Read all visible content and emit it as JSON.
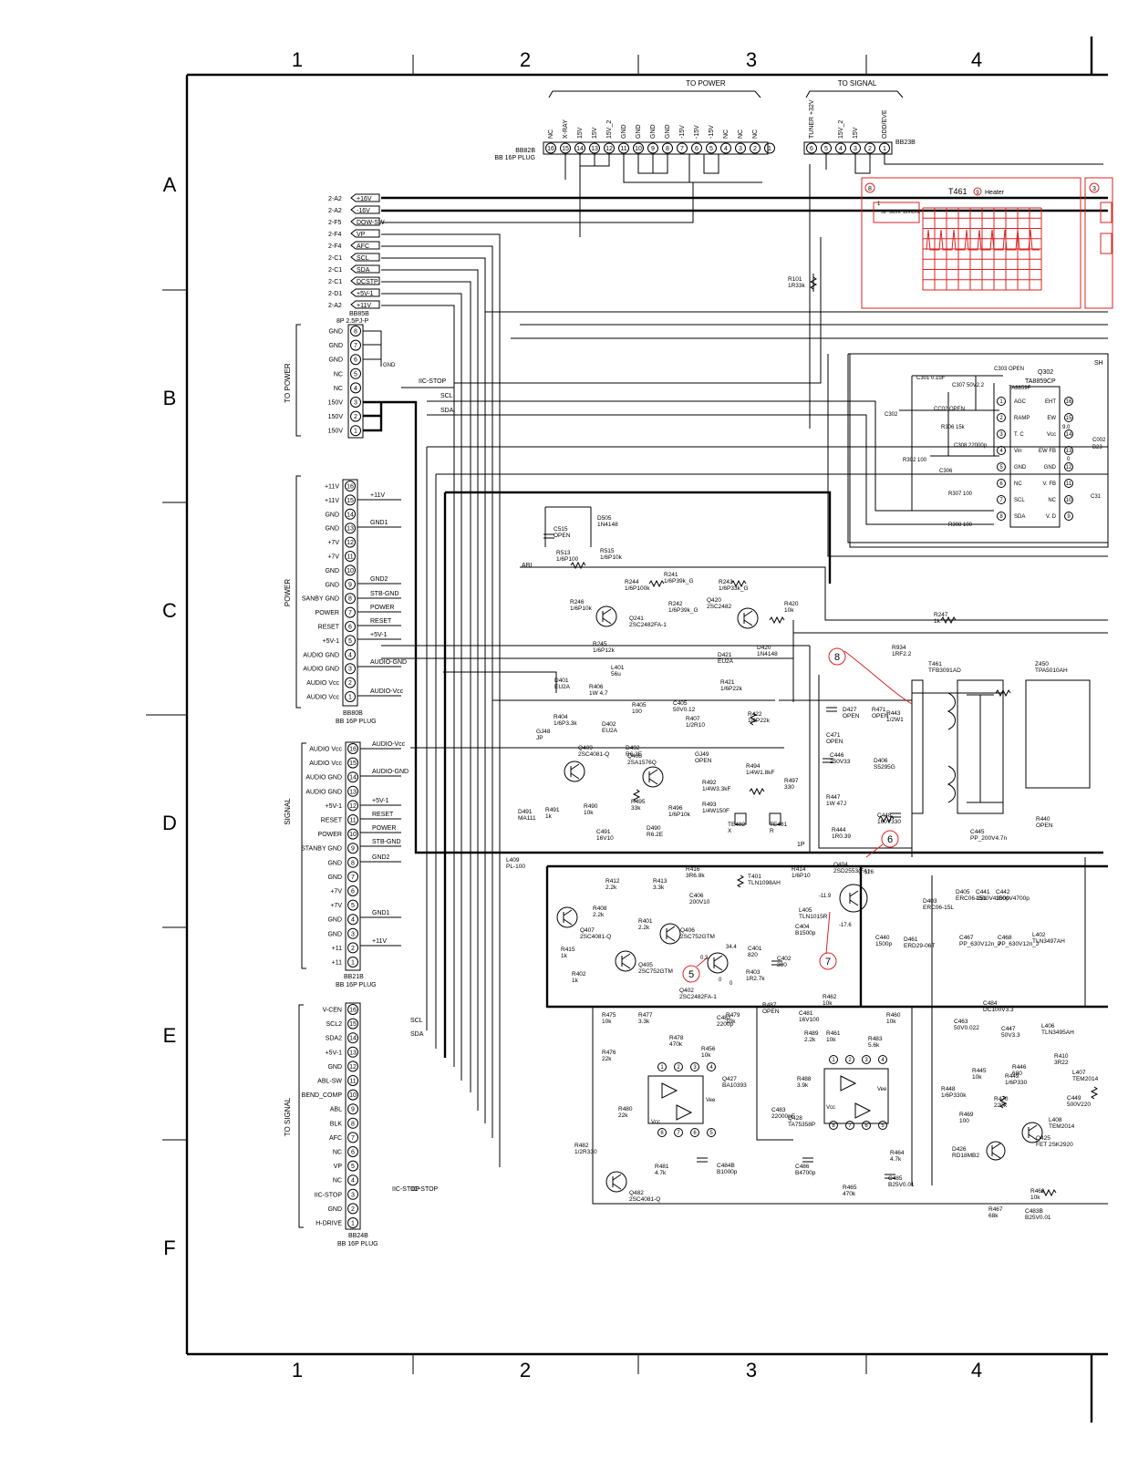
{
  "grid": {
    "columns": [
      "1",
      "2",
      "3",
      "4"
    ],
    "rows": [
      "A",
      "B",
      "C",
      "D",
      "E",
      "F"
    ]
  },
  "top_connectors": {
    "to_power": {
      "label": "TO POWER",
      "name": "BB82B",
      "type": "BB 16P PLUG",
      "pins": [
        "16",
        "15",
        "14",
        "13",
        "12",
        "11",
        "10",
        "9",
        "8",
        "7",
        "6",
        "5",
        "4",
        "3",
        "2",
        "1"
      ],
      "signals": [
        "NC",
        "X-RAY",
        "15V",
        "15V",
        "15V_2",
        "GND",
        "GND",
        "GND",
        "GND",
        "-15V",
        "-15V",
        "-15V",
        "NC",
        "NC",
        "NC"
      ]
    },
    "to_signal": {
      "label": "TO SIGNAL",
      "name": "BB23B",
      "pins": [
        "6",
        "5",
        "4",
        "3",
        "2",
        "1"
      ],
      "signals": [
        "TUNER +32V",
        "15V_2",
        "15V",
        "ODD/EVE"
      ]
    }
  },
  "left_nets": [
    {
      "ref": "2-A2",
      "name": "+16V"
    },
    {
      "ref": "2-A2",
      "name": "-16V"
    },
    {
      "ref": "2-F5",
      "name": "DOW-SW"
    },
    {
      "ref": "2-F4",
      "name": "VP"
    },
    {
      "ref": "2-F4",
      "name": "AFC"
    },
    {
      "ref": "2-C1",
      "name": "SCL"
    },
    {
      "ref": "2-C1",
      "name": "SDA"
    },
    {
      "ref": "2-C1",
      "name": "DCSTP"
    },
    {
      "ref": "2-D1",
      "name": "+5V-1"
    },
    {
      "ref": "2-A2",
      "name": "+11V"
    }
  ],
  "connectors": {
    "bb85b": {
      "name": "BB85B",
      "type": "8P 2.5PJ-P",
      "side_label": "TO POWER",
      "pins": [
        {
          "pin": "8",
          "label": "GND"
        },
        {
          "pin": "7",
          "label": "GND"
        },
        {
          "pin": "6",
          "label": "GND"
        },
        {
          "pin": "5",
          "label": "NC"
        },
        {
          "pin": "4",
          "label": "NC"
        },
        {
          "pin": "3",
          "label": "150V"
        },
        {
          "pin": "2",
          "label": "150V"
        },
        {
          "pin": "1",
          "label": "150V"
        }
      ]
    },
    "bb80b": {
      "name": "BB80B",
      "type": "BB 16P PLUG",
      "side_label": "POWER",
      "pins": [
        {
          "pin": "16",
          "label": "+11V"
        },
        {
          "pin": "15",
          "label": "+11V"
        },
        {
          "pin": "14",
          "label": "GND"
        },
        {
          "pin": "13",
          "label": "GND"
        },
        {
          "pin": "12",
          "label": "+7V"
        },
        {
          "pin": "11",
          "label": "+7V"
        },
        {
          "pin": "10",
          "label": "GND"
        },
        {
          "pin": "9",
          "label": "GND"
        },
        {
          "pin": "8",
          "label": "SANBY GND"
        },
        {
          "pin": "7",
          "label": "POWER"
        },
        {
          "pin": "6",
          "label": "RESET"
        },
        {
          "pin": "5",
          "label": "+5V-1"
        },
        {
          "pin": "4",
          "label": "AUDIO GND"
        },
        {
          "pin": "3",
          "label": "AUDIO GND"
        },
        {
          "pin": "2",
          "label": "AUDIO Vcc"
        },
        {
          "pin": "1",
          "label": "AUDIO Vcc"
        }
      ],
      "nets": [
        "+11V",
        "GND1",
        "GND2",
        "STB-GND",
        "POWER",
        "RESET",
        "+5V-1",
        "AUDIO-GND",
        "AUDIO-Vcc"
      ]
    },
    "bb21b": {
      "name": "BB21B",
      "type": "BB 16P PLUG",
      "side_label": "SIGNAL",
      "pins": [
        {
          "pin": "16",
          "label": "AUDIO Vcc"
        },
        {
          "pin": "15",
          "label": "AUDIO Vcc"
        },
        {
          "pin": "14",
          "label": "AUDIO GND"
        },
        {
          "pin": "13",
          "label": "AUDIO GND"
        },
        {
          "pin": "12",
          "label": "+5V-1"
        },
        {
          "pin": "11",
          "label": "RESET"
        },
        {
          "pin": "10",
          "label": "POWER"
        },
        {
          "pin": "9",
          "label": "STANBY GND"
        },
        {
          "pin": "8",
          "label": "GND"
        },
        {
          "pin": "7",
          "label": "GND"
        },
        {
          "pin": "6",
          "label": "+7V"
        },
        {
          "pin": "5",
          "label": "+7V"
        },
        {
          "pin": "4",
          "label": "GND"
        },
        {
          "pin": "3",
          "label": "GND"
        },
        {
          "pin": "2",
          "label": "+11"
        },
        {
          "pin": "1",
          "label": "+11"
        }
      ],
      "nets": [
        "AUDIO-Vcc",
        "AUDIO-GND",
        "+5V-1",
        "RESET",
        "POWER",
        "STB-GND",
        "GND2",
        "GND1",
        "+11V"
      ]
    },
    "bb24b": {
      "name": "BB24B",
      "type": "BB 16P PLUG",
      "side_label": "TO SIGNAL",
      "pins": [
        {
          "pin": "16",
          "label": "V-CEN"
        },
        {
          "pin": "15",
          "label": "SCL2"
        },
        {
          "pin": "14",
          "label": "SDA2"
        },
        {
          "pin": "13",
          "label": "+5V-1"
        },
        {
          "pin": "12",
          "label": "GND"
        },
        {
          "pin": "11",
          "label": "ABL-SW"
        },
        {
          "pin": "10",
          "label": "BEND_COMP"
        },
        {
          "pin": "9",
          "label": "ABL"
        },
        {
          "pin": "8",
          "label": "BLK"
        },
        {
          "pin": "7",
          "label": "AFC"
        },
        {
          "pin": "6",
          "label": "NC"
        },
        {
          "pin": "5",
          "label": "VP"
        },
        {
          "pin": "4",
          "label": "NC"
        },
        {
          "pin": "3",
          "label": "IIC-STOP"
        },
        {
          "pin": "2",
          "label": "GND"
        },
        {
          "pin": "1",
          "label": "H-DRIVE"
        }
      ],
      "nets": [
        "SCL",
        "SDA",
        "IIC-STOP"
      ]
    }
  },
  "bus_labels": [
    "IIC-STOP",
    "SCL",
    "SDA",
    "ABL",
    "1P",
    "IIC-STOP"
  ],
  "waveform": {
    "marker": "8",
    "title": "T461",
    "point": "9",
    "tag": "Heater",
    "scale": "50^ s/DIV.  10V/DIV.",
    "box_number": "1",
    "next_marker": "3"
  },
  "ic_ta8859": {
    "label": "SH",
    "ref": "Q302",
    "part": "TA8859CP",
    "part_alt": "TA8859F",
    "left_pins": [
      {
        "n": "1",
        "name": "AGC"
      },
      {
        "n": "2",
        "name": "RAMP"
      },
      {
        "n": "3",
        "name": "T. C"
      },
      {
        "n": "4",
        "name": "Vin"
      },
      {
        "n": "5",
        "name": "GND"
      },
      {
        "n": "6",
        "name": "NC"
      },
      {
        "n": "7",
        "name": "SCL"
      },
      {
        "n": "8",
        "name": "SDA"
      }
    ],
    "right_pins": [
      {
        "n": "16",
        "name": "EHT"
      },
      {
        "n": "15",
        "name": "EW"
      },
      {
        "n": "14",
        "name": "Vcc"
      },
      {
        "n": "13",
        "name": "EW FB"
      },
      {
        "n": "12",
        "name": "GND"
      },
      {
        "n": "11",
        "name": "V. FB"
      },
      {
        "n": "10",
        "name": "NC"
      },
      {
        "n": "9",
        "name": "V. D"
      }
    ],
    "red_voltages": [
      "9.0",
      "0"
    ],
    "cut_labels": [
      "C002",
      "B23"
    ],
    "parts": [
      "C301 0.1uF",
      "C307 50V2.2",
      "C303 OPEN",
      "C302",
      "CC02 OPEN",
      "R306 15k",
      "C308 22000p",
      "R302 100",
      "C306",
      "R307 100",
      "R308 100",
      "C31"
    ]
  },
  "components": [
    {
      "ref": "R101",
      "value": "1R33k"
    },
    {
      "ref": "C515",
      "value": "OPEN"
    },
    {
      "ref": "D505",
      "value": "1N4148"
    },
    {
      "ref": "R513",
      "value": "1/6P100"
    },
    {
      "ref": "R515",
      "value": "1/6P10k"
    },
    {
      "ref": "R244",
      "value": "1/6P100k"
    },
    {
      "ref": "R241",
      "value": "1/6P39k_G"
    },
    {
      "ref": "R243",
      "value": "1/6P33k_G"
    },
    {
      "ref": "R242",
      "value": "1/6P39k_G"
    },
    {
      "ref": "R246",
      "value": "1/6P10k"
    },
    {
      "ref": "Q241",
      "value": "2SC2482FA-1"
    },
    {
      "ref": "Q420",
      "value": "2SC2482"
    },
    {
      "ref": "R245",
      "value": "1/6P12k"
    },
    {
      "ref": "R420",
      "value": "10k"
    },
    {
      "ref": "D420",
      "value": "1N4148"
    },
    {
      "ref": "D421",
      "value": "EU2A"
    },
    {
      "ref": "R421",
      "value": "1/6P22k"
    },
    {
      "ref": "R422",
      "value": "1/6P22k"
    },
    {
      "ref": "R247",
      "value": "1k"
    },
    {
      "ref": "L401",
      "value": "56u"
    },
    {
      "ref": "D401",
      "value": "EU2A"
    },
    {
      "ref": "R406",
      "value": "1W 4.7"
    },
    {
      "ref": "R405",
      "value": "100"
    },
    {
      "ref": "C405",
      "value": "50V0.12"
    },
    {
      "ref": "R404",
      "value": "1/6P3.3k"
    },
    {
      "ref": "D402",
      "value": "EU2A"
    },
    {
      "ref": "R407",
      "value": "1/2R10"
    },
    {
      "ref": "GJ48",
      "value": "JP"
    },
    {
      "ref": "Q409",
      "value": "2SC4081-Q"
    },
    {
      "ref": "D492",
      "value": "R6.2E"
    },
    {
      "ref": "Q408",
      "value": "2SA1576Q"
    },
    {
      "ref": "GJ49",
      "value": "OPEN"
    },
    {
      "ref": "R494",
      "value": "1/4W1.8kF"
    },
    {
      "ref": "R497",
      "value": "330"
    },
    {
      "ref": "R492",
      "value": "1/4W3.3kF"
    },
    {
      "ref": "R493",
      "value": "1/4W150F"
    },
    {
      "ref": "D491",
      "value": "MA111"
    },
    {
      "ref": "R491",
      "value": "1k"
    },
    {
      "ref": "R490",
      "value": "10k"
    },
    {
      "ref": "R495",
      "value": "33k"
    },
    {
      "ref": "R496",
      "value": "1/6P10k"
    },
    {
      "ref": "C491",
      "value": "16V10"
    },
    {
      "ref": "D490",
      "value": "R6.2E"
    },
    {
      "ref": "TE482",
      "value": "X"
    },
    {
      "ref": "TE481",
      "value": "R"
    },
    {
      "ref": "R934",
      "value": "1RF2.2"
    },
    {
      "ref": "T461",
      "value": "TFB3091AD"
    },
    {
      "ref": "Z450",
      "value": "TPA5010AH"
    },
    {
      "ref": "D427",
      "value": "OPEN"
    },
    {
      "ref": "R471",
      "value": "OPEN"
    },
    {
      "ref": "C471",
      "value": "OPEN"
    },
    {
      "ref": "R443",
      "value": "1/2W1"
    },
    {
      "ref": "C446",
      "value": "250V33"
    },
    {
      "ref": "D406",
      "value": "S5295G"
    },
    {
      "ref": "R447",
      "value": "1W 47J"
    },
    {
      "ref": "C448",
      "value": "160V330"
    },
    {
      "ref": "R444",
      "value": "1R0.39"
    },
    {
      "ref": "C445",
      "value": "PP_200V4.7n"
    },
    {
      "ref": "R440",
      "value": "OPEN"
    },
    {
      "ref": "L409",
      "value": "PL-100"
    },
    {
      "ref": "R412",
      "value": "2.2k"
    },
    {
      "ref": "R413",
      "value": "3.3k"
    },
    {
      "ref": "R416",
      "value": "3R6.8k"
    },
    {
      "ref": "R408",
      "value": "2.2k"
    },
    {
      "ref": "R401",
      "value": "2.2k"
    },
    {
      "ref": "Q407",
      "value": "2SC4081-Q"
    },
    {
      "ref": "Q406",
      "value": "2SC752GTM"
    },
    {
      "ref": "C406",
      "value": "200V10"
    },
    {
      "ref": "T401",
      "value": "TLN1098AH"
    },
    {
      "ref": "R414",
      "value": "1/6P10"
    },
    {
      "ref": "Q404",
      "value": "2SD2553(FA)"
    },
    {
      "ref": "L405",
      "value": "TLN1015R"
    },
    {
      "ref": "C404",
      "value": "B1500p"
    },
    {
      "ref": "R415",
      "value": "1k"
    },
    {
      "ref": "Q405",
      "value": "2SC752GTM"
    },
    {
      "ref": "R402",
      "value": "1k"
    },
    {
      "ref": "C401",
      "value": "820"
    },
    {
      "ref": "C402",
      "value": "390"
    },
    {
      "ref": "R403",
      "value": "1R2.7k"
    },
    {
      "ref": "Q402",
      "value": "2SC2482FA-1"
    },
    {
      "ref": "C440",
      "value": "1500p"
    },
    {
      "ref": "D461",
      "value": "ERD29-06T"
    },
    {
      "ref": "D403",
      "value": "ERC06-15L"
    },
    {
      "ref": "D405",
      "value": "ERC06-15L"
    },
    {
      "ref": "C441",
      "value": "1500V4300p"
    },
    {
      "ref": "C442",
      "value": "1500V4700p"
    },
    {
      "ref": "L402",
      "value": "TLN3497AH"
    },
    {
      "ref": "C467",
      "value": "PP_630V12n_J"
    },
    {
      "ref": "C468",
      "value": "PP_630V12n_J"
    },
    {
      "ref": "R462",
      "value": "10k"
    },
    {
      "ref": "C481",
      "value": "16V100"
    },
    {
      "ref": "R460",
      "value": "10k"
    },
    {
      "ref": "R475",
      "value": "10k"
    },
    {
      "ref": "R477",
      "value": "3.3k"
    },
    {
      "ref": "R478",
      "value": "470k"
    },
    {
      "ref": "R479",
      "value": "10k"
    },
    {
      "ref": "R476",
      "value": "22k"
    },
    {
      "ref": "R456",
      "value": "10k"
    },
    {
      "ref": "C482",
      "value": "2200p"
    },
    {
      "ref": "R487",
      "value": "OPEN"
    },
    {
      "ref": "R489",
      "value": "2.2k"
    },
    {
      "ref": "R461",
      "value": "10k"
    },
    {
      "ref": "R483",
      "value": "5.6k"
    },
    {
      "ref": "C484",
      "value": "DC100V3.3"
    },
    {
      "ref": "L406",
      "value": "TLN3495AH"
    },
    {
      "ref": "C463",
      "value": "50V0.022"
    },
    {
      "ref": "C447",
      "value": "50V3.3"
    },
    {
      "ref": "R488",
      "value": "3.9k"
    },
    {
      "ref": "C483",
      "value": "22000pF"
    },
    {
      "ref": "R480",
      "value": "22k"
    },
    {
      "ref": "Q427",
      "value": "BA10393"
    },
    {
      "ref": "Q428",
      "value": "TA75358P"
    },
    {
      "ref": "R445",
      "value": "10k"
    },
    {
      "ref": "R449",
      "value": "1/6P330"
    },
    {
      "ref": "R446",
      "value": "680"
    },
    {
      "ref": "R410",
      "value": "3R22"
    },
    {
      "ref": "L407",
      "value": "TEM2014"
    },
    {
      "ref": "L408",
      "value": "TEM2014"
    },
    {
      "ref": "C449",
      "value": "500V220"
    },
    {
      "ref": "R448",
      "value": "1/6P330k"
    },
    {
      "ref": "R470",
      "value": "220k"
    },
    {
      "ref": "R469",
      "value": "100"
    },
    {
      "ref": "D426",
      "value": "RD18MB2"
    },
    {
      "ref": "Q425",
      "value": "FET 2SK2920"
    },
    {
      "ref": "R482",
      "value": "1/2R330"
    },
    {
      "ref": "R481",
      "value": "4.7k"
    },
    {
      "ref": "C484B",
      "value": "B1000p"
    },
    {
      "ref": "Q482",
      "value": "2SC4081-Q"
    },
    {
      "ref": "C486",
      "value": "B4700p"
    },
    {
      "ref": "R464",
      "value": "4.7k"
    },
    {
      "ref": "R465",
      "value": "470k"
    },
    {
      "ref": "C485",
      "value": "B25V0.01"
    },
    {
      "ref": "R466",
      "value": "10k"
    },
    {
      "ref": "R467",
      "value": "68k"
    },
    {
      "ref": "C483B",
      "value": "B25V0.01"
    }
  ],
  "test_points": [
    {
      "marker": "5",
      "values": [
        "0.3",
        "0"
      ]
    },
    {
      "marker": "6",
      "values": [
        "126"
      ]
    },
    {
      "marker": "7",
      "values": [
        "-11.9",
        "-17.6"
      ]
    },
    {
      "marker": "8",
      "values": []
    }
  ],
  "extra_voltages": [
    "34.4",
    "0"
  ],
  "colors": {
    "ink": "#000000",
    "annotation": "#d22222",
    "background": "#ffffff"
  }
}
